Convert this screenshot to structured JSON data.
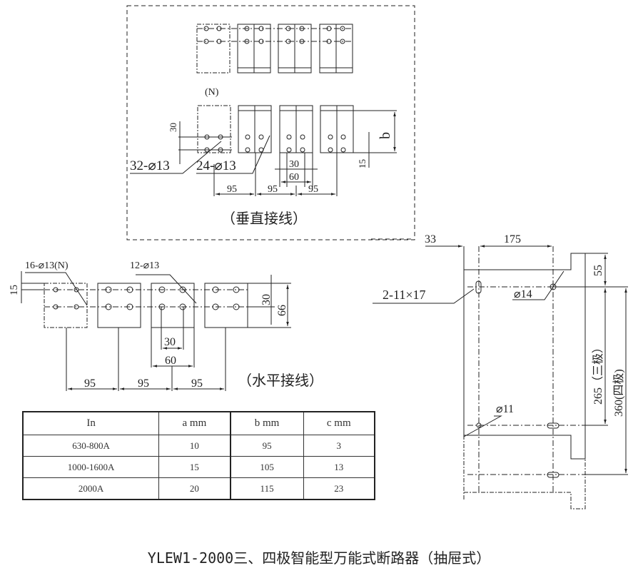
{
  "vertical_wiring": {
    "label": "（垂直接线）",
    "neutral_label": "(N)",
    "holes_n": "32-⌀13",
    "holes": "24-⌀13",
    "dim_30_left": "30",
    "dim_30": "30",
    "dim_60": "60",
    "dim_15": "15",
    "dim_b": "b",
    "pitch": [
      "95",
      "95",
      "95"
    ]
  },
  "horizontal_wiring": {
    "label": "（水平接线）",
    "holes_n": "16-⌀13(N)",
    "holes": "12-⌀13",
    "dim_15": "15",
    "dim_30": "30",
    "dim_66": "66",
    "dim_30_bottom": "30",
    "dim_60": "60",
    "pitch": [
      "95",
      "95",
      "95"
    ]
  },
  "mounting": {
    "dim_33": "33",
    "dim_175": "175",
    "dim_55": "55",
    "slot": "2-11×17",
    "hole_14": "⌀14",
    "hole_11": "⌀11",
    "dim_265": "265（三极）",
    "dim_360": "360(四极)"
  },
  "table": {
    "headers": [
      "In",
      "a mm",
      "b mm",
      "c mm"
    ],
    "rows": [
      [
        "630-800A",
        "10",
        "95",
        "3"
      ],
      [
        "1000-1600A",
        "15",
        "105",
        "13"
      ],
      [
        "2000A",
        "20",
        "115",
        "23"
      ]
    ]
  },
  "title": "YLEW1-2000三、四极智能型万能式断路器（抽屉式）"
}
